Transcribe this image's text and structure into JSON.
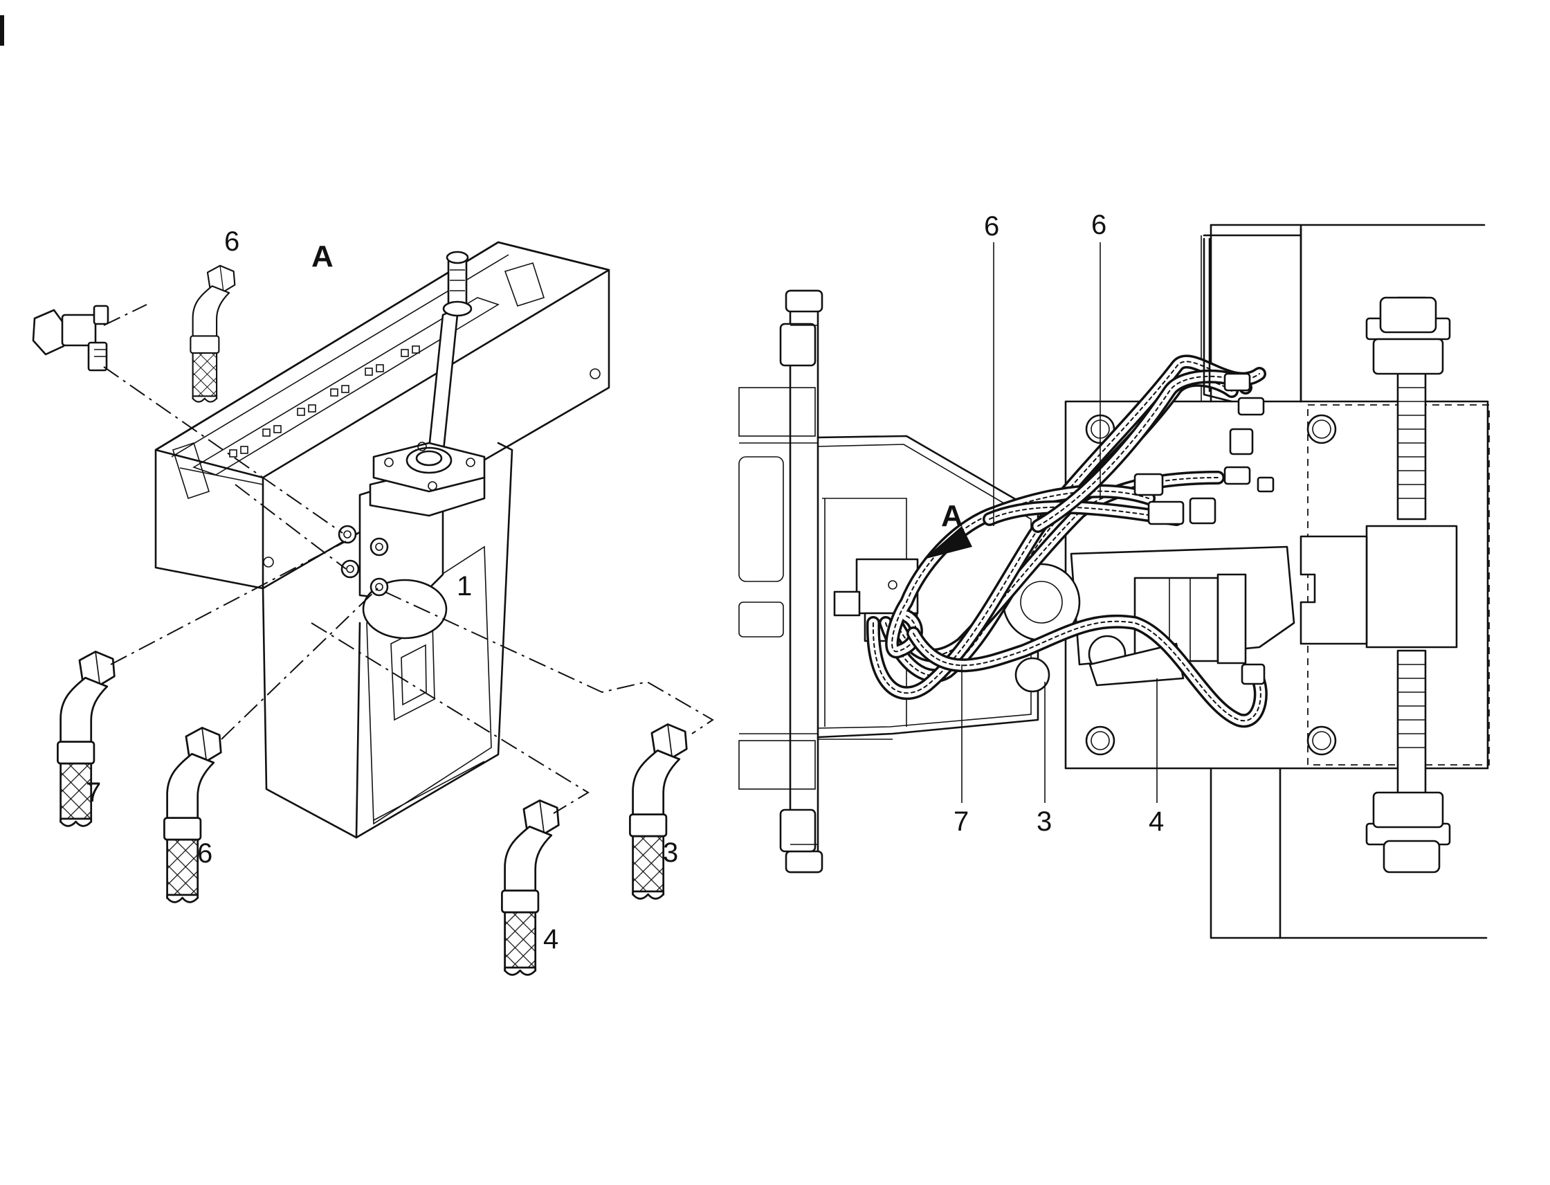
{
  "detail": {
    "view_label": "A",
    "callouts": {
      "top_elbow": "6",
      "valve": "1",
      "left_hose": "7",
      "mid_hose": "6",
      "lower_hose": "4",
      "right_hose": "3"
    }
  },
  "main": {
    "view_arrow_label": "A",
    "callouts": {
      "top_left": "6",
      "top_right": "6",
      "bottom_7": "7",
      "bottom_3": "3",
      "bottom_4": "4"
    }
  }
}
